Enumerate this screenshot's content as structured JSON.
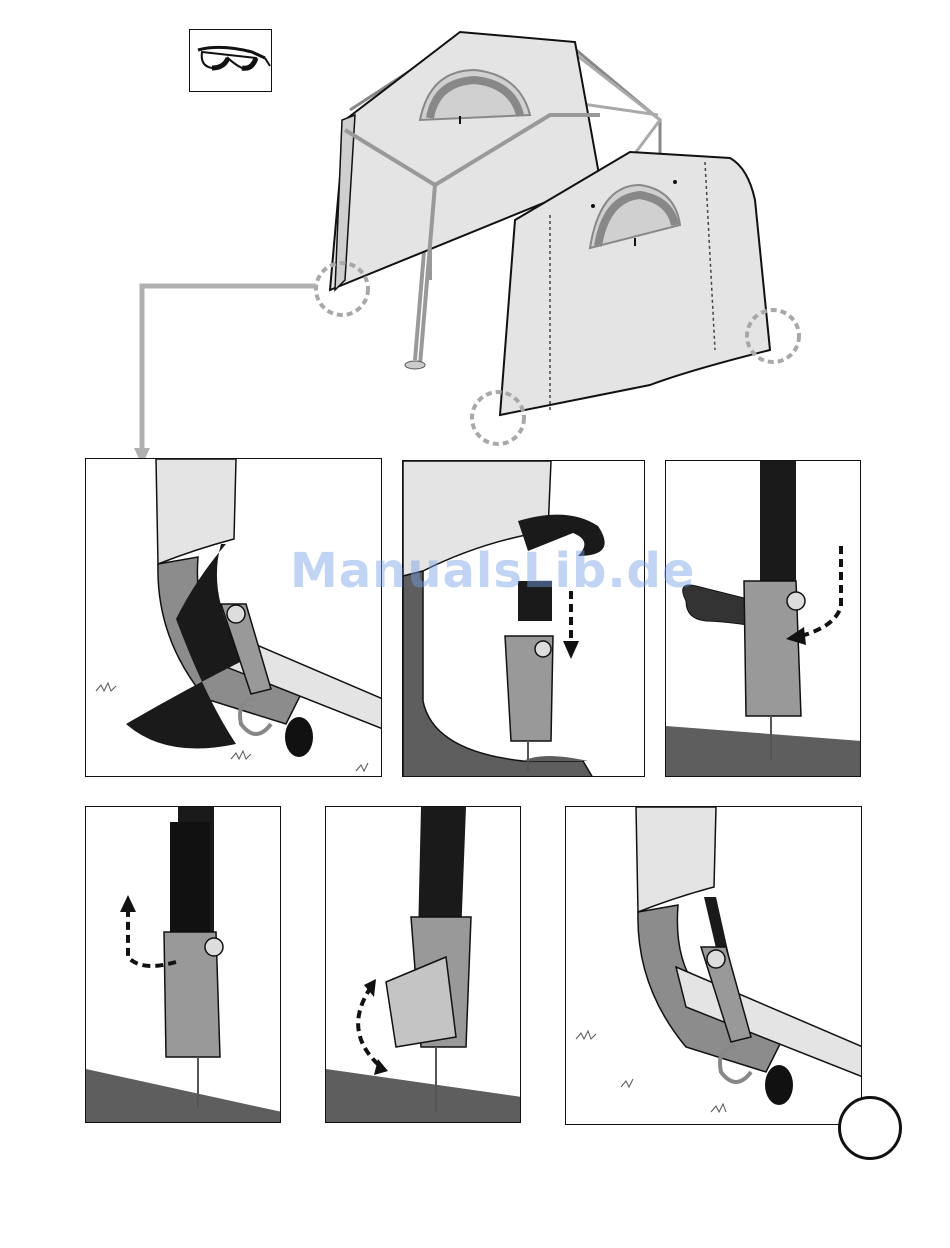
{
  "watermark": {
    "text": "ManualsLib.de"
  },
  "page_number": {
    "value": ""
  },
  "icons": {
    "safety_glasses": "safety-glasses-icon",
    "callout_marker": "dashed-circle",
    "direction_arrow": "dashed-arrow"
  },
  "colors": {
    "fabric": "#e4e4e4",
    "frame": "#8a8a8a",
    "strap": "#1a1a1a",
    "ground": "#5e5e5e",
    "callout": "#a8a8a8",
    "watermark": "#8fb0e6"
  },
  "steps": [
    {
      "id": 1,
      "content": ""
    },
    {
      "id": 2,
      "content": ""
    },
    {
      "id": 3,
      "content": ""
    },
    {
      "id": 4,
      "content": ""
    },
    {
      "id": 5,
      "content": ""
    },
    {
      "id": 6,
      "content": ""
    }
  ]
}
